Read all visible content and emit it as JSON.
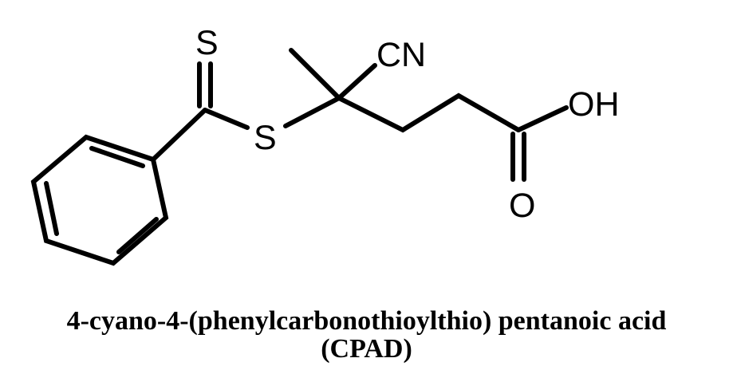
{
  "molecule": {
    "atoms": {
      "sulfur_thione": "S",
      "sulfur_thioether": "S",
      "nitrile": "CN",
      "hydroxyl": "OH",
      "carbonyl_oxygen": "O"
    },
    "caption": {
      "name": "4-cyano-4-(phenylcarbonothioylthio) pentanoic acid",
      "abbreviation": "(CPAD)"
    }
  }
}
